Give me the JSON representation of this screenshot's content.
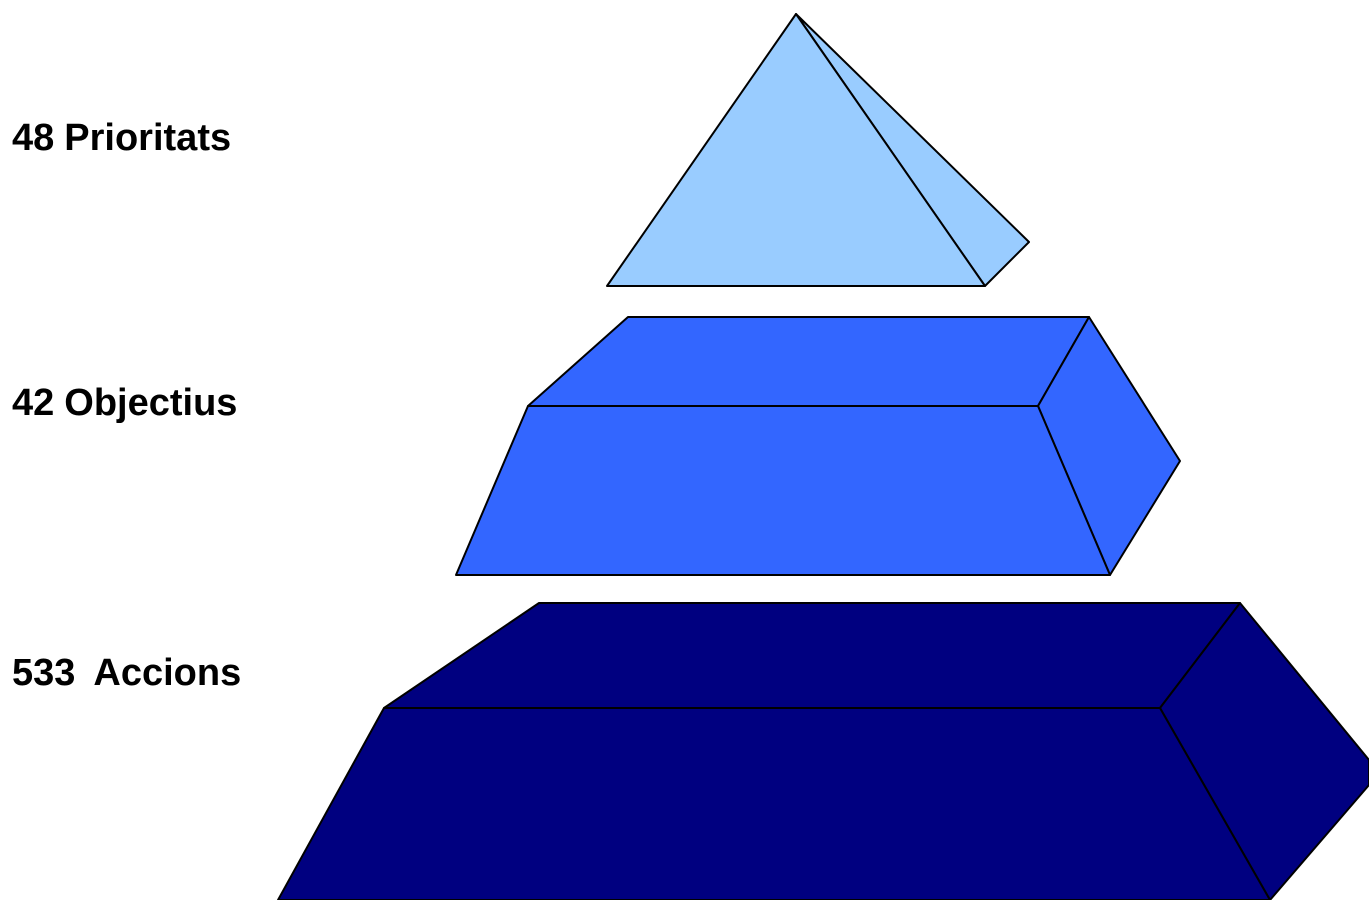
{
  "levels": [
    {
      "id": "prioritats",
      "count": "48",
      "label": "Prioritats",
      "color": "#99ccff"
    },
    {
      "id": "objectius",
      "count": "42",
      "label": "Objectius",
      "color": "#3366ff"
    },
    {
      "id": "accions",
      "count": "533",
      "label": "Accions",
      "color": "#000080"
    }
  ]
}
